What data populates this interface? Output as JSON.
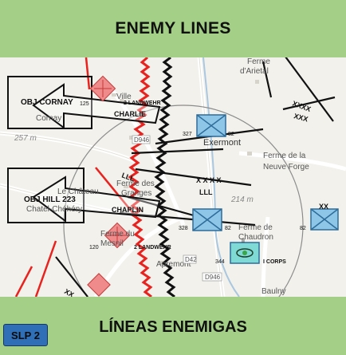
{
  "title_top": "ENEMY LINES",
  "title_bottom": "LÍNEAS ENEMIGAS",
  "badge": "SLP 2",
  "map": {
    "place_labels": {
      "ferme_arietal": [
        "Ferme",
        "d'Arietal"
      ],
      "exermont": "Exermont",
      "ferme_neuve_forge": [
        "Ferme de la",
        "Neuve Forge"
      ],
      "ferme_chaudron": [
        "Ferme de",
        "Chaudron"
      ],
      "baulny": "Baulny",
      "ferme_granges": [
        "Ferme des",
        "Granges"
      ],
      "le_chateau": "Le Château",
      "chatel_chehery": "Chatel-Chéhéry",
      "cornay": "Cornay",
      "apremont": "Apremont",
      "ferme_mesnil": [
        "Ferme du",
        "Mesnil"
      ],
      "ville": "Ville"
    },
    "road_labels": {
      "d946_a": "D946",
      "d946_b": "D946",
      "d42": "D42"
    },
    "elevations": {
      "e257": "257 m",
      "e214": "214 m"
    },
    "objectives": {
      "obj_cornay": "OBJ CORNAY",
      "obj_hill": "OBJ HILL 223"
    },
    "unit_labels": {
      "landwehr_top": "2 LANDWEHR",
      "landwehr_bottom": "2 LANDWEHR",
      "charlie": "CHARLIE",
      "chaplin": "CHAPLIN",
      "lll_1": "LLL",
      "lll_2": "LLL",
      "xxxx_1": "XXXX",
      "xxx_1": "XXX",
      "xxxx_2": "X X X X",
      "xx_right": "XX",
      "xx_left": "XX",
      "i_corps": "I CORPS",
      "ii_marker": "II"
    },
    "unit_numbers": {
      "n125": "125",
      "n120": "120",
      "n327": "327",
      "n82_a": "82",
      "n328": "328",
      "n82_b": "82",
      "n344": "344",
      "n82_c": "82"
    }
  },
  "colors": {
    "background": "#a3cf87",
    "badge": "#2f6fb7",
    "friendly_unit": "#8ec6e8",
    "enemy_unit": "#f08b8b",
    "enemy_line": "#e8231f",
    "corps_unit": "#7fd9d4"
  }
}
